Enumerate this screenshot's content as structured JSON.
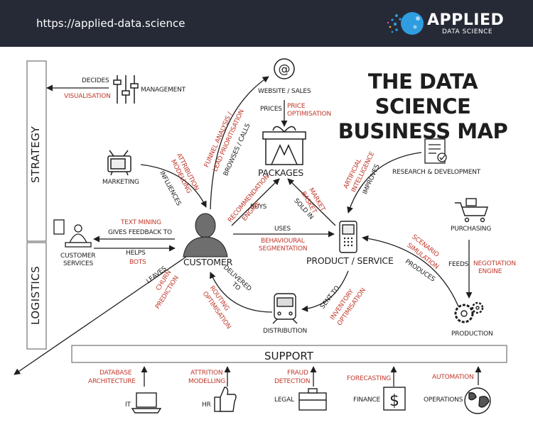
{
  "header": {
    "url": "https://applied-data.science",
    "brand_name": "APPLIED",
    "brand_sub": "DATA SCIENCE"
  },
  "title": {
    "line1": "THE DATA SCIENCE",
    "line2": "BUSINESS MAP"
  },
  "bands": {
    "strategy": "STRATEGY",
    "logistics": "LOGISTICS",
    "support": "SUPPORT"
  },
  "nodes": {
    "management": "MANAGEMENT",
    "marketing": "MARKETING",
    "website": "WEBSITE / SALES",
    "packages": "PACKAGES",
    "research": "RESEARCH & DEVELOPMENT",
    "purchasing": "PURCHASING",
    "customer_services_1": "CUSTOMER",
    "customer_services_2": "SERVICES",
    "customer": "CUSTOMER",
    "product": "PRODUCT / SERVICE",
    "distribution": "DISTRIBUTION",
    "production": "PRODUCTION",
    "it": "IT",
    "hr": "HR",
    "legal": "LEGAL",
    "finance": "FINANCE",
    "operations": "OPERATIONS"
  },
  "relations": {
    "decides": "DECIDES",
    "influences": "INFLUENCES",
    "browses_calls": "BROWSES / CALLS",
    "prices": "PRICES",
    "buys": "BUYS",
    "sold_in": "SOLD IN",
    "improves": "IMPROVES",
    "gives_feedback": "GIVES FEEDBACK TO",
    "helps": "HELPS",
    "uses": "USES",
    "feeds": "FEEDS",
    "produces": "PRODUCES",
    "leaves": "LEAVES",
    "delivered_1": "DELIVERED",
    "delivered_2": "TO",
    "sent_to": "SENT TO"
  },
  "applications": {
    "visualisation": "VISUALISATION",
    "attribution_1": "ATTRIBUTION",
    "attribution_2": "MODELLING",
    "funnel_1": "FUNNEL ANALYSIS /",
    "funnel_2": "LEAD PRIORITISATION",
    "price_opt_1": "PRICE",
    "price_opt_2": "OPTIMISATION",
    "rec_engine_1": "RECOMMENDATION",
    "rec_engine_2": "ENGINE",
    "market_basket_1": "MARKET",
    "market_basket_2": "BASKET",
    "ai_1": "ARTIFICIAL",
    "ai_2": "INTELLIGENCE",
    "text_mining": "TEXT MINING",
    "bots": "BOTS",
    "behavioural_1": "BEHAVIOURAL",
    "behavioural_2": "SEGMENTATION",
    "scenario_1": "SCENARIO",
    "scenario_2": "SIMULATION",
    "negotiation_1": "NEGOTIATION",
    "negotiation_2": "ENGINE",
    "churn_1": "CHURN",
    "churn_2": "PREDICTION",
    "routing_1": "ROUTING",
    "routing_2": "OPTIMISATION",
    "inventory_1": "INVENTORY",
    "inventory_2": "OPTIMISATION",
    "database_1": "DATABASE",
    "database_2": "ARCHITECTURE",
    "attrition_1": "ATTRITION",
    "attrition_2": "MODELLING",
    "fraud_1": "FRAUD",
    "fraud_2": "DETECTION",
    "forecasting": "FORECASTING",
    "automation": "AUTOMATION"
  },
  "icons": {
    "website": "@",
    "finance": "$"
  },
  "colors": {
    "header_bg": "#262a36",
    "accent_red": "#c0392b",
    "ink": "#1e1e1e",
    "logo_blue": "#2f9de0"
  }
}
